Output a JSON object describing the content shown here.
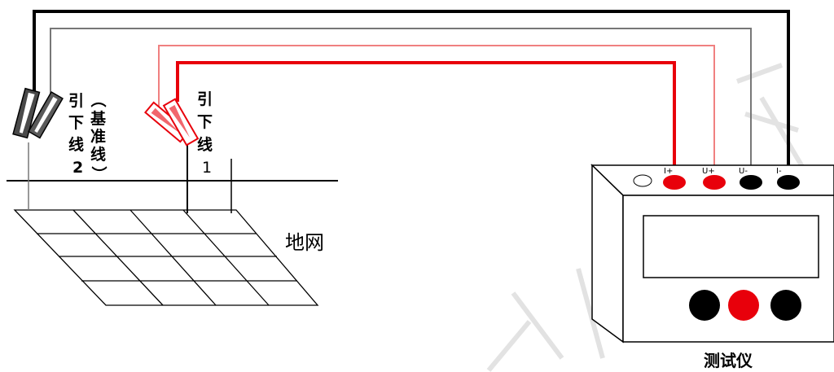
{
  "labels": {
    "lead2": [
      "引",
      "下",
      "线",
      "2"
    ],
    "reference": [
      "（",
      "基",
      "准",
      "线",
      "）"
    ],
    "lead1": [
      "引",
      "下",
      "线",
      "1"
    ],
    "ground_grid": "地网",
    "tester": "测试仪"
  },
  "terminals": [
    "I+",
    "U+",
    "U-",
    "I-"
  ],
  "colors": {
    "current_wire": "#e8000b",
    "potential_wire_red": "#f08080",
    "wire_black": "#000000",
    "wire_gray": "#777777",
    "button_red": "#e8000b",
    "button_black": "#000000"
  }
}
